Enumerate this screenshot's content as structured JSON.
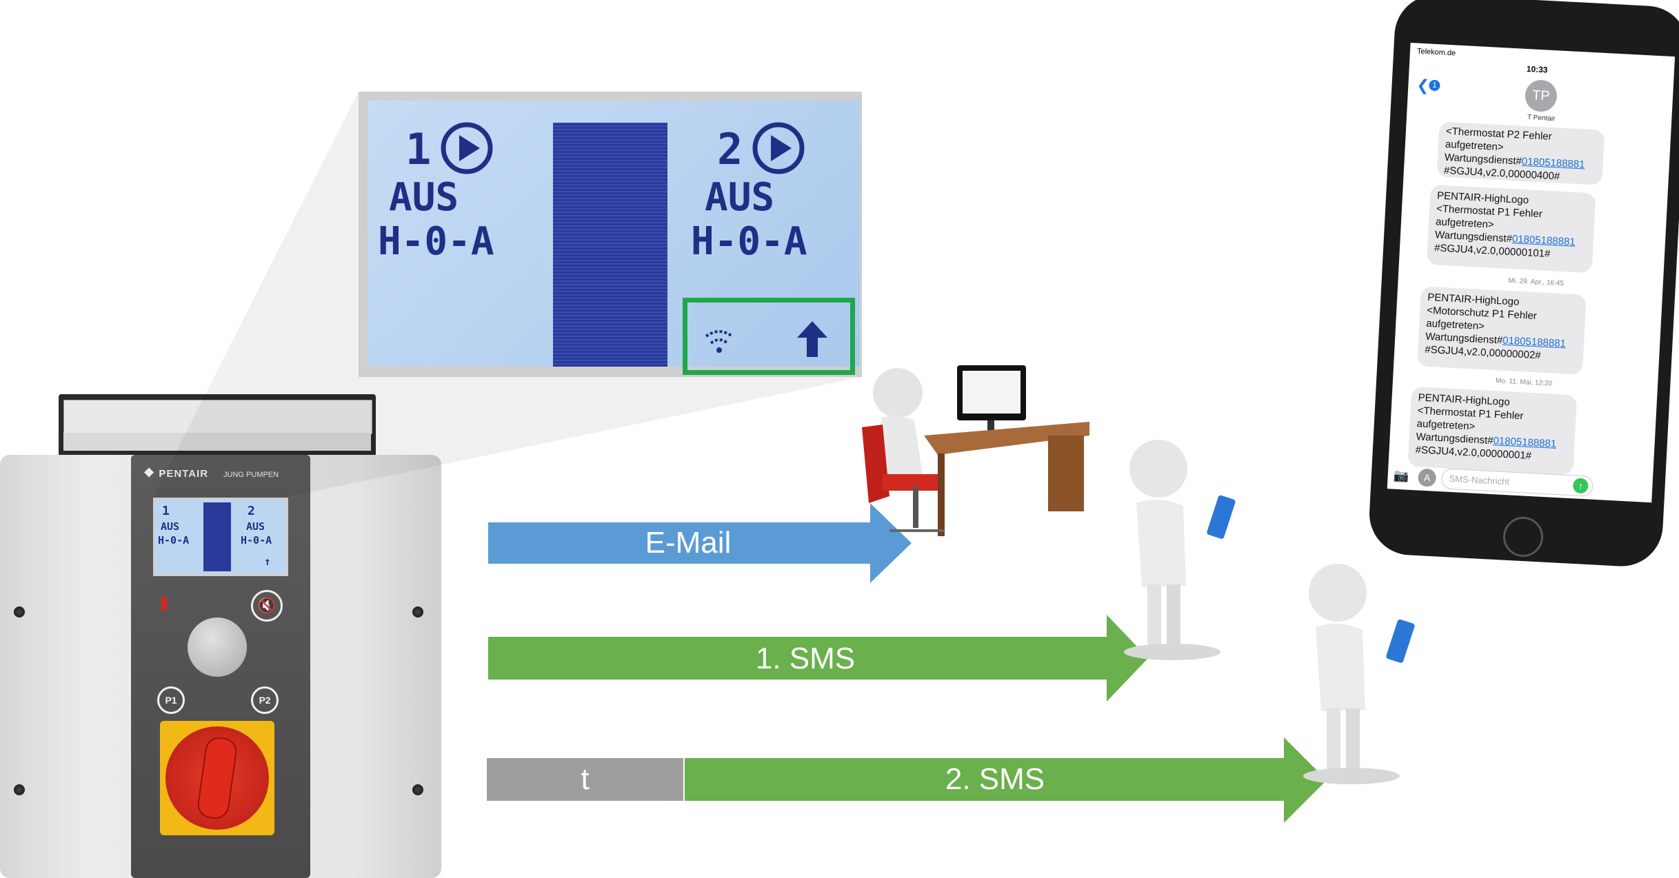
{
  "device": {
    "brand": "PENTAIR",
    "sub_brand": "JUNG PUMPEN",
    "button_p1": "P1",
    "button_p2": "P2"
  },
  "display": {
    "pump1_number": "1",
    "pump1_status": "AUS",
    "pump1_mode": "H-0-A",
    "pump2_number": "2",
    "pump2_status": "AUS",
    "pump2_mode": "H-0-A"
  },
  "arrows": {
    "email": "E-Mail",
    "sms1": "1. SMS",
    "delay": "t",
    "sms2": "2. SMS"
  },
  "colors": {
    "email_arrow": "#5b9bd5",
    "sms_arrow": "#6ab04c",
    "delay_bar": "#9e9e9e",
    "highlight": "#1fa84a",
    "lcd_text": "#1f2f86"
  },
  "phone": {
    "carrier": "Telekom.de",
    "time": "10:33",
    "back_badge": "1",
    "contact_initials": "TP",
    "contact_name": "T Pentair",
    "messages": [
      {
        "line1": "<Thermostat P2 Fehler",
        "line2": "aufgetreten>",
        "line3": "Wartungsdienst#",
        "link": "01805188881",
        "line4": "#SGJU4,v2.0,00000400#"
      },
      {
        "line0": "PENTAIR-HighLogo",
        "line1": "<Thermostat P1 Fehler",
        "line2": "aufgetreten>",
        "line3": "Wartungsdienst#",
        "link": "01805188881",
        "line4": "#SGJU4,v2.0,00000101#"
      },
      {
        "line0": "PENTAIR-HighLogo",
        "line1": "<Motorschutz P1 Fehler",
        "line2": "aufgetreten>",
        "line3": "Wartungsdienst#",
        "link": "01805188881",
        "line4": "#SGJU4,v2.0,00000002#"
      },
      {
        "line0": "PENTAIR-HighLogo",
        "line1": "<Thermostat P1 Fehler",
        "line2": "aufgetreten>",
        "line3": "Wartungsdienst#",
        "link": "01805188881",
        "line4": "#SGJU4,v2.0,00000001#"
      }
    ],
    "date1": "Mi. 29. Apr., 16:45",
    "date2": "Mo. 11. Mai, 12:20",
    "input_placeholder": "SMS-Nachricht"
  }
}
